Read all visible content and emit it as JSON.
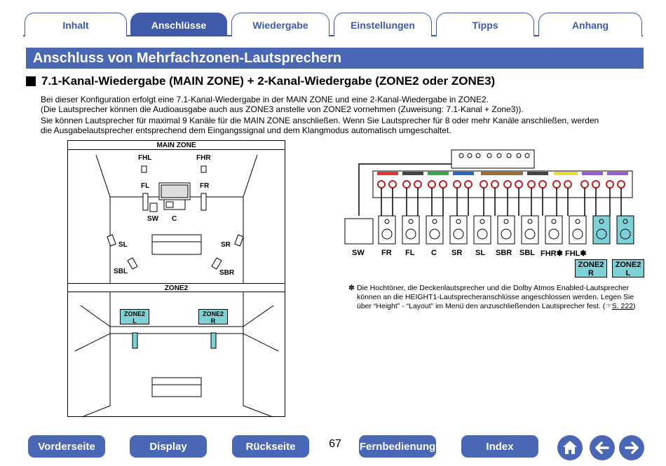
{
  "tabs": [
    "Inhalt",
    "Anschlüsse",
    "Wiedergabe",
    "Einstellungen",
    "Tipps",
    "Anhang"
  ],
  "active_tab": 1,
  "section_title": "Anschluss von Mehrfachzonen-Lautsprechern",
  "subheading": "7.1-Kanal-Wiedergabe (MAIN ZONE) + 2-Kanal-Wiedergabe (ZONE2 oder ZONE3)",
  "paragraphs": [
    "Bei dieser Konfiguration erfolgt eine 7.1-Kanal-Wiedergabe in der MAIN ZONE und eine 2-Kanal-Wiedergabe in ZONE2.",
    "(Die Lautsprecher können die Audioausgabe auch aus ZONE3 anstelle von ZONE2 vornehmen (Zuweisung: 7.1-Kanal + Zone3)).",
    "Sie können Lautsprecher für maximal 9 Kanäle für die MAIN ZONE anschließen. Wenn Sie Lautsprecher für 8 oder mehr Kanäle anschließen, werden",
    "die Ausgabelautsprecher entsprechend dem Eingangssignal und dem Klangmodus automatisch umgeschaltet."
  ],
  "room": {
    "main_zone": "MAIN ZONE",
    "zone2": "ZONE2",
    "labels": {
      "fhl": "FHL",
      "fhr": "FHR",
      "fl": "FL",
      "fr": "FR",
      "sw": "SW",
      "c": "C",
      "sl": "SL",
      "sr": "SR",
      "sbl": "SBL",
      "sbr": "SBR"
    },
    "zone2_l": "ZONE2\nL",
    "zone2_r": "ZONE2\nR"
  },
  "receiver": {
    "speakers": [
      "SW",
      "FR",
      "FL",
      "C",
      "SR",
      "SL",
      "SBR",
      "SBL",
      "FHR✽",
      "FHL✽"
    ],
    "zone2_r": "ZONE2\nR",
    "zone2_l": "ZONE2\nL"
  },
  "note": {
    "star": "✽",
    "text": "Die Hochtöner, die Deckenlautsprecher und die Dolby Atmos Enabled-Lautsprecher können an die HEIGHT1-Lautsprecheranschlüsse angeschlossen werden. Legen Sie über “Height” - “Layout” im Menü den anzuschließenden Lautsprecher fest. (",
    "link": "S. 222",
    "close": ")"
  },
  "footer": {
    "buttons": [
      "Vorderseite",
      "Display",
      "Rückseite",
      "Fernbedienung",
      "Index"
    ],
    "page_number": "67"
  },
  "colors": {
    "accent": "#4a67b5",
    "zone": "#7fd1d8"
  }
}
